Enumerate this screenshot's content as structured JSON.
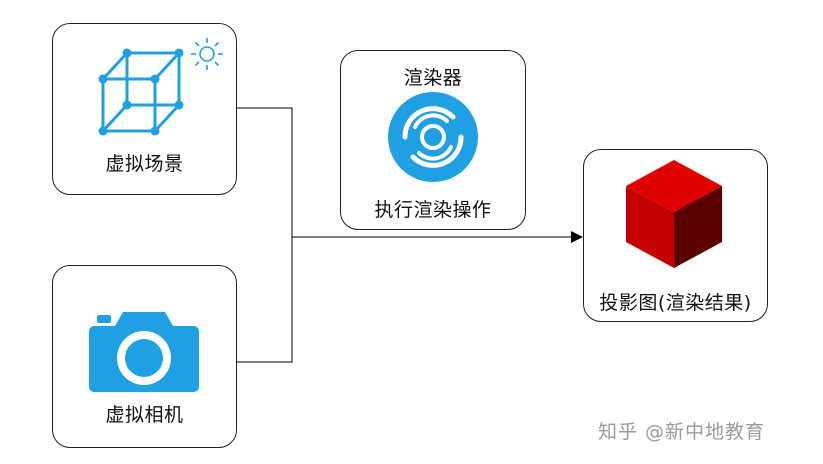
{
  "nodes": {
    "scene": {
      "label": "虚拟场景"
    },
    "camera": {
      "label": "虚拟相机"
    },
    "renderer": {
      "title": "渲染器",
      "label": "执行渲染操作"
    },
    "result": {
      "label": "投影图(渲染结果)"
    }
  },
  "watermark": "知乎 @新中地教育",
  "colors": {
    "icon_blue": "#1fa0e3",
    "cube_red": "#c40000",
    "line": "#000000"
  }
}
